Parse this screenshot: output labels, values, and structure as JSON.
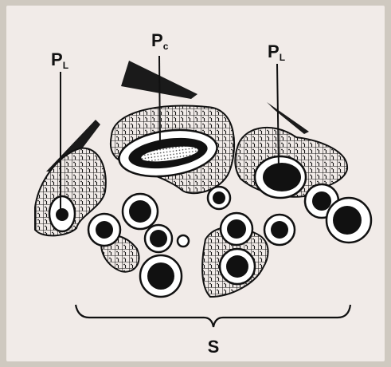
{
  "labels": {
    "left_top": {
      "main": "P",
      "sub": "L"
    },
    "center_top": {
      "main": "P",
      "sub": "c"
    },
    "right_top": {
      "main": "P",
      "sub": "L"
    },
    "bottom": "S"
  },
  "colors": {
    "ink": "#111111",
    "paper": "#f1ebe8",
    "border": "#cfc9c0"
  }
}
